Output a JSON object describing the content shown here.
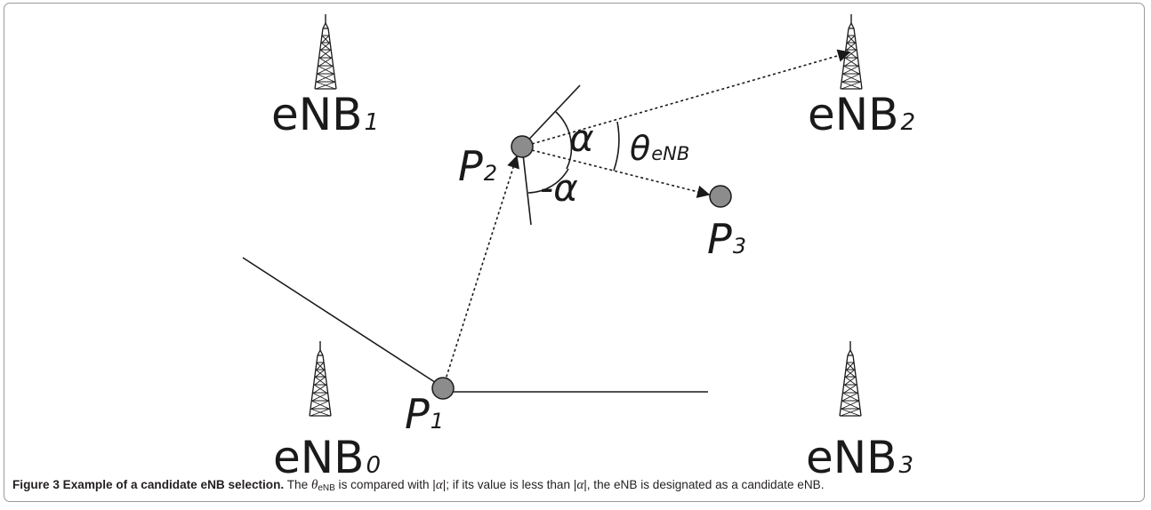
{
  "towers": [
    {
      "id": "enb0",
      "base": "eNB",
      "sub": "0"
    },
    {
      "id": "enb1",
      "base": "eNB",
      "sub": "1"
    },
    {
      "id": "enb2",
      "base": "eNB",
      "sub": "2"
    },
    {
      "id": "enb3",
      "base": "eNB",
      "sub": "3"
    }
  ],
  "points": [
    {
      "id": "p1",
      "base": "P",
      "sub": "1"
    },
    {
      "id": "p2",
      "base": "P",
      "sub": "2"
    },
    {
      "id": "p3",
      "base": "P",
      "sub": "3"
    }
  ],
  "angles": {
    "alpha": "α",
    "neg_alpha": "-α",
    "theta_base": "θ",
    "theta_sub": "eNB"
  },
  "caption": {
    "title": "Figure 3 Example of a candidate eNB selection.",
    "text_1": " The ",
    "theta": "θ",
    "theta_sub": "eNB",
    "text_2": " is compared with |",
    "alpha_1": "α",
    "text_3": "|; if its value is less than |",
    "alpha_2": "α",
    "text_4": "|, the eNB is designated as a candidate eNB."
  },
  "colors": {
    "point_fill": "#8c8c8c",
    "line": "#1a1a1a"
  }
}
